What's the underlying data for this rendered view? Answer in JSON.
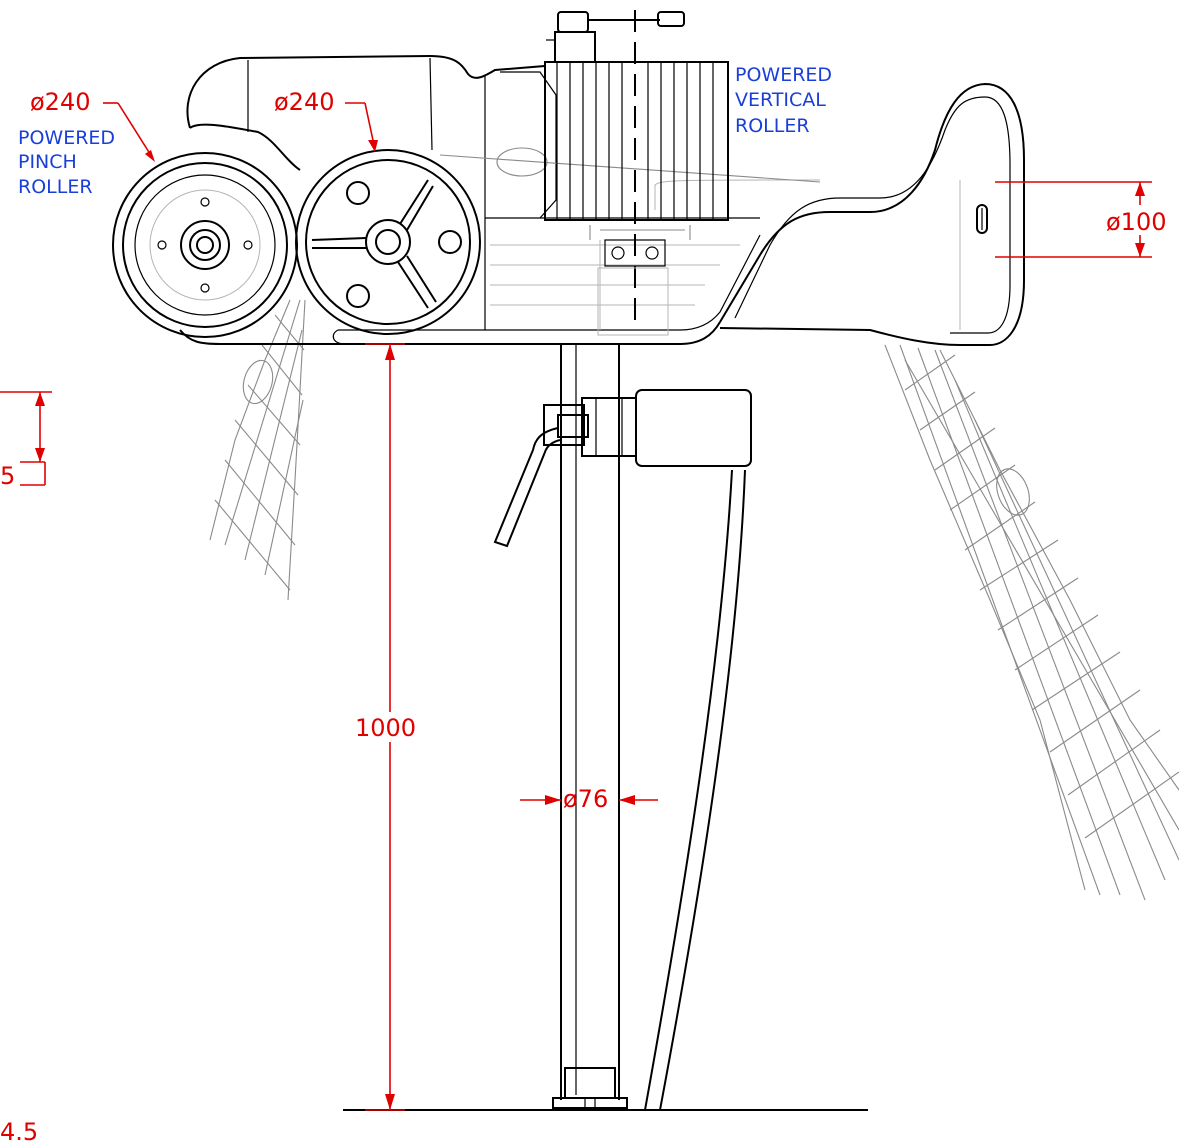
{
  "labels": {
    "pinch_roller": [
      "POWERED",
      "PINCH",
      "ROLLER"
    ],
    "vertical_roller": [
      "POWERED",
      "VERTICAL",
      "ROLLER"
    ]
  },
  "dimensions": {
    "pinch_roller_diameter": "ø240",
    "drum_roller_diameter": "ø240",
    "outlet_diameter": "ø100",
    "post_height": "1000",
    "post_diameter": "ø76",
    "left_partial": "5",
    "corner_partial": "4.5"
  },
  "colors": {
    "dimension": "#e00000",
    "label": "#1a3fd9",
    "outline": "#000000",
    "net": "#8a8a8a"
  }
}
